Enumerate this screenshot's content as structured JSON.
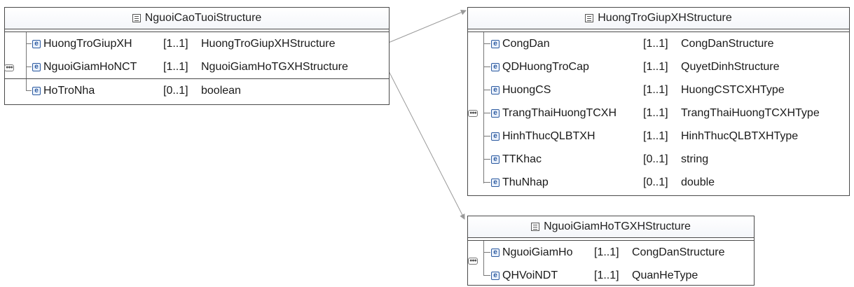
{
  "colors": {
    "border": "#4a4a4a",
    "connector": "#777777",
    "element_icon": "#2c5aa0"
  },
  "boxes": {
    "nguoi_cao_tuoi": {
      "title": "NguoiCaoTuoiStructure",
      "rows": [
        {
          "name": "HuongTroGiupXH",
          "card": "[1..1]",
          "type": "HuongTroGiupXHStructure"
        },
        {
          "name": "NguoiGiamHoNCT",
          "card": "[1..1]",
          "type": "NguoiGiamHoTGXHStructure"
        },
        {
          "name": "HoTroNha",
          "card": "[0..1]",
          "type": "boolean"
        }
      ]
    },
    "huong_tro_giup": {
      "title": "HuongTroGiupXHStructure",
      "rows": [
        {
          "name": "CongDan",
          "card": "[1..1]",
          "type": "CongDanStructure"
        },
        {
          "name": "QDHuongTroCap",
          "card": "[1..1]",
          "type": "QuyetDinhStructure"
        },
        {
          "name": "HuongCS",
          "card": "[1..1]",
          "type": "HuongCSTCXHType"
        },
        {
          "name": "TrangThaiHuongTCXH",
          "card": "[1..1]",
          "type": "TrangThaiHuongTCXHType"
        },
        {
          "name": "HinhThucQLBTXH",
          "card": "[1..1]",
          "type": "HinhThucQLBTXHType"
        },
        {
          "name": "TTKhac",
          "card": "[0..1]",
          "type": "string"
        },
        {
          "name": "ThuNhap",
          "card": "[0..1]",
          "type": "double"
        }
      ]
    },
    "nguoi_giam_ho": {
      "title": "NguoiGiamHoTGXHStructure",
      "rows": [
        {
          "name": "NguoiGiamHo",
          "card": "[1..1]",
          "type": "CongDanStructure"
        },
        {
          "name": "QHVoiNDT",
          "card": "[1..1]",
          "type": "QuanHeType"
        }
      ]
    }
  }
}
